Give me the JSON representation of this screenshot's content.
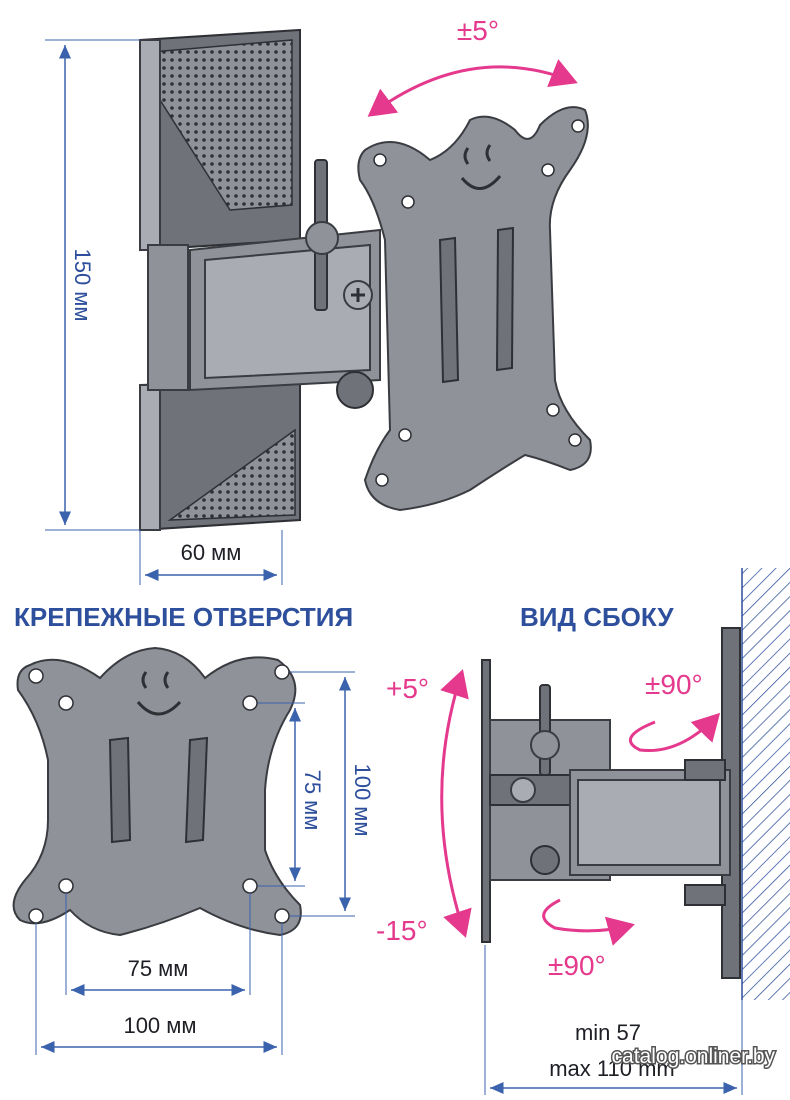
{
  "labels": {
    "height_150": "150 мм",
    "width_60": "60 мм",
    "tilt_top": "±5°",
    "section_holes": "КРЕПЕЖНЫЕ ОТВЕРСТИЯ",
    "section_side": "ВИД СБОКУ",
    "holes_v75": "75 мм",
    "holes_v100": "100 мм",
    "holes_h75": "75 мм",
    "holes_h100": "100 мм",
    "side_tilt_up": "+5°",
    "side_tilt_down": "-15°",
    "side_swivel_top": "±90°",
    "side_swivel_bottom": "±90°",
    "depth_min": "min 57",
    "depth_max": "max 110 mm",
    "watermark": "catalog.onliner.by"
  },
  "colors": {
    "dimension": "#2d4f9c",
    "angle": "#e4398c",
    "metal": "#8f9298"
  },
  "icons": [
    "bracket-wall-plate-icon",
    "vesa-plate-icon",
    "smiley-icon",
    "rotate-arrow-icon"
  ]
}
